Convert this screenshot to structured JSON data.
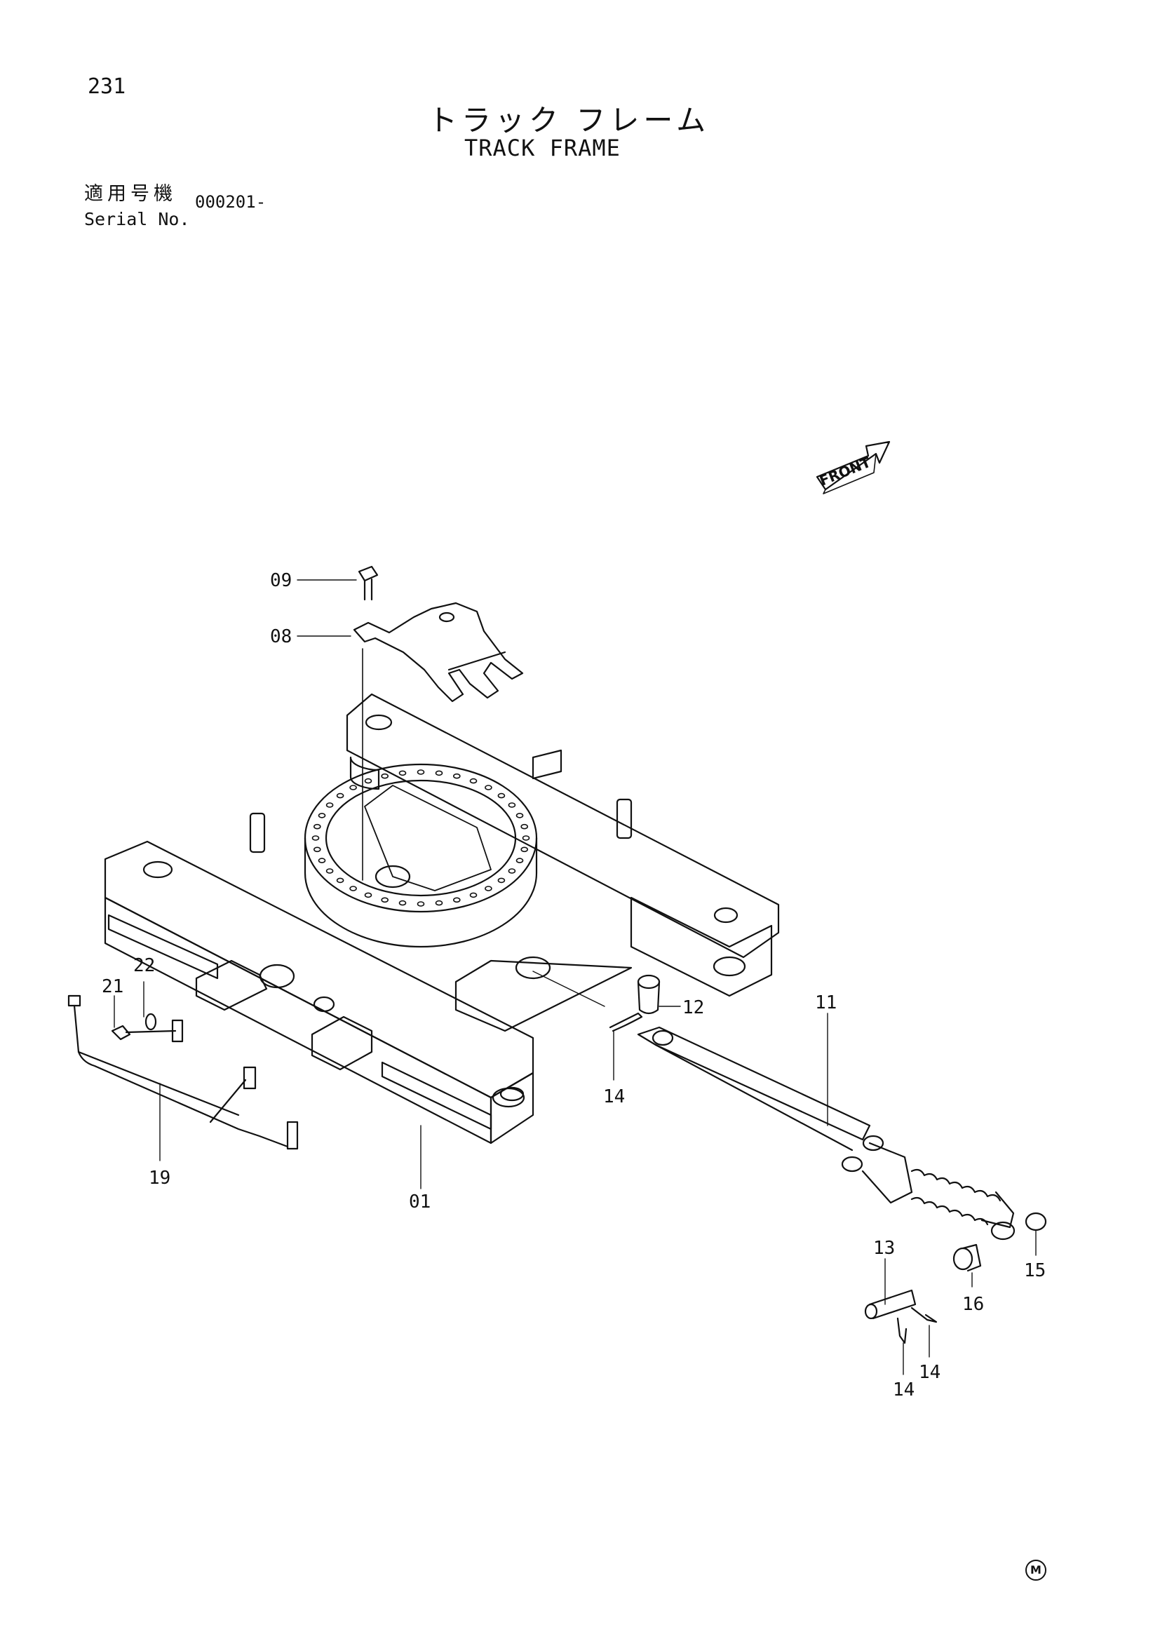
{
  "page": {
    "number": "231"
  },
  "title": {
    "japanese": "トラック フレーム",
    "english": "TRACK FRAME"
  },
  "serial": {
    "label_japanese": "適用号機",
    "label_english": "Serial No.",
    "value": "000201-"
  },
  "front_label": "FRONT",
  "callouts": [
    "09",
    "08",
    "22",
    "21",
    "19",
    "01",
    "12",
    "14",
    "11",
    "13",
    "16",
    "15",
    "14",
    "14"
  ],
  "mark": "M"
}
